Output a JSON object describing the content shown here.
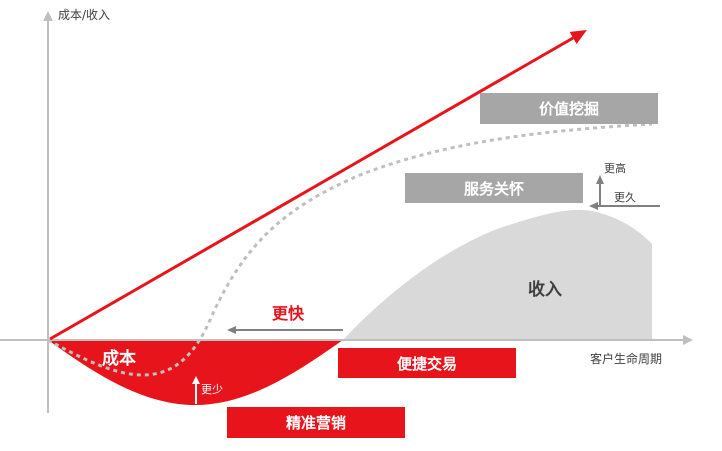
{
  "axes": {
    "y_label": "成本/收入",
    "x_label": "客户生命周期"
  },
  "stages": {
    "value_mining": "价值挖掘",
    "service_care": "服务关怀",
    "convenient_trade": "便捷交易",
    "precision_marketing": "精准营销"
  },
  "areas": {
    "income": "收入",
    "cost": "成本"
  },
  "annotations": {
    "faster": "更快",
    "higher": "更高",
    "longer": "更久",
    "less": "更少"
  },
  "colors": {
    "accent_red": "#e8141c",
    "stage_gray": "#a6a6a6",
    "income_fill": "#d9d9d9",
    "axis_gray": "#bfbfbf",
    "curve_dotted": "#bfbfbf",
    "annotation_arrow": "#808080"
  }
}
